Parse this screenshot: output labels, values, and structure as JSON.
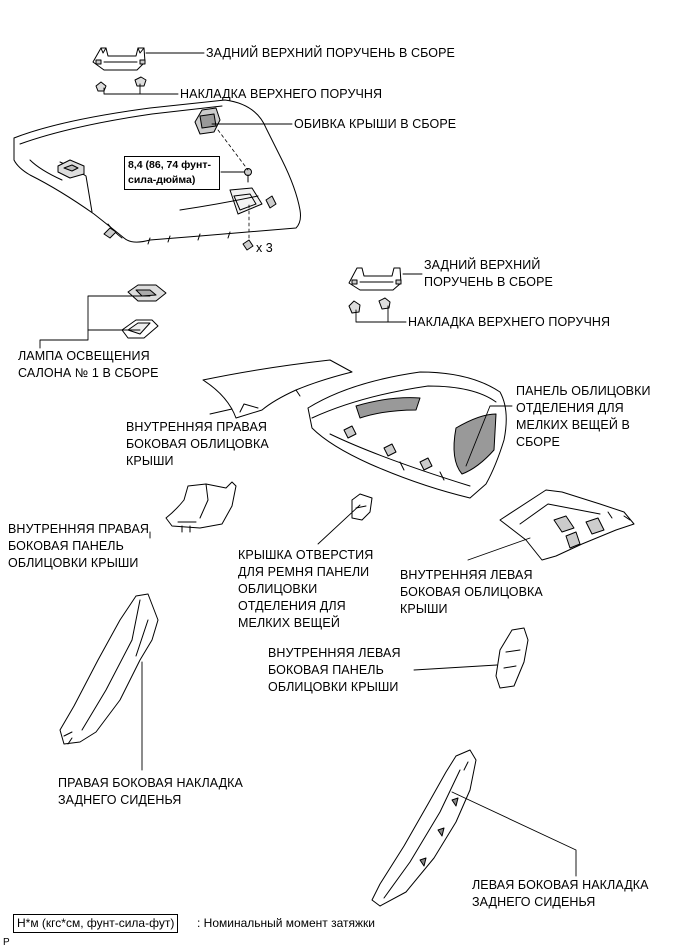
{
  "labels": {
    "rear_upper_handle_top": "ЗАДНИЙ ВЕРХНИЙ ПОРУЧЕНЬ В СБОРЕ",
    "upper_handle_cover_top": "НАКЛАДКА ВЕРХНЕГО ПОРУЧНЯ",
    "roof_headlining": "ОБИВКА КРЫШИ В СБОРЕ",
    "rear_upper_handle_right": "ЗАДНИЙ ВЕРХНИЙ\nПОРУЧЕНЬ В СБОРЕ",
    "upper_handle_cover_right": "НАКЛАДКА ВЕРХНЕГО ПОРУЧНЯ",
    "room_lamp": "ЛАМПА ОСВЕЩЕНИЯ\nСАЛОНА № 1 В СБОРЕ",
    "inner_rh_roof_side_garnish": "ВНУТРЕННЯЯ ПРАВАЯ\nБОКОВАЯ ОБЛИЦОВКА\nКРЫШИ",
    "package_tray_trim": "ПАНЕЛЬ ОБЛИЦОВКИ\nОТДЕЛЕНИЯ ДЛЯ\nМЕЛКИХ ВЕЩЕЙ В\nСБОРЕ",
    "inner_rh_roof_side_panel": "ВНУТРЕННЯЯ ПРАВАЯ\nБОКОВАЯ ПАНЕЛЬ\nОБЛИЦОВКИ КРЫШИ",
    "belt_hole_cover": "КРЫШКА ОТВЕРСТИЯ\nДЛЯ РЕМНЯ ПАНЕЛИ\nОБЛИЦОВКИ\nОТДЕЛЕНИЯ ДЛЯ\nМЕЛКИХ ВЕЩЕЙ",
    "inner_lh_roof_side_garnish": "ВНУТРЕННЯЯ ЛЕВАЯ\nБОКОВАЯ ОБЛИЦОВКА\nКРЫШИ",
    "inner_lh_roof_side_panel": "ВНУТРЕННЯЯ ЛЕВАЯ\nБОКОВАЯ ПАНЕЛЬ\nОБЛИЦОВКИ КРЫШИ",
    "rh_rear_seat_side_garnish": "ПРАВАЯ БОКОВАЯ НАКЛАДКА\nЗАДНЕГО СИДЕНЬЯ",
    "lh_rear_seat_side_garnish": "ЛЕВАЯ БОКОВАЯ НАКЛАДКА\nЗАДНЕГО СИДЕНЬЯ"
  },
  "torque_spec": "8,4 (86, 74 фунт-\nсила-дюйма)",
  "clip_count": "x 3",
  "legend": {
    "unit_box": "Н*м (кгс*см, фунт-сила-фут)",
    "description": ": Номинальный момент затяжки"
  },
  "figure_id": "P"
}
